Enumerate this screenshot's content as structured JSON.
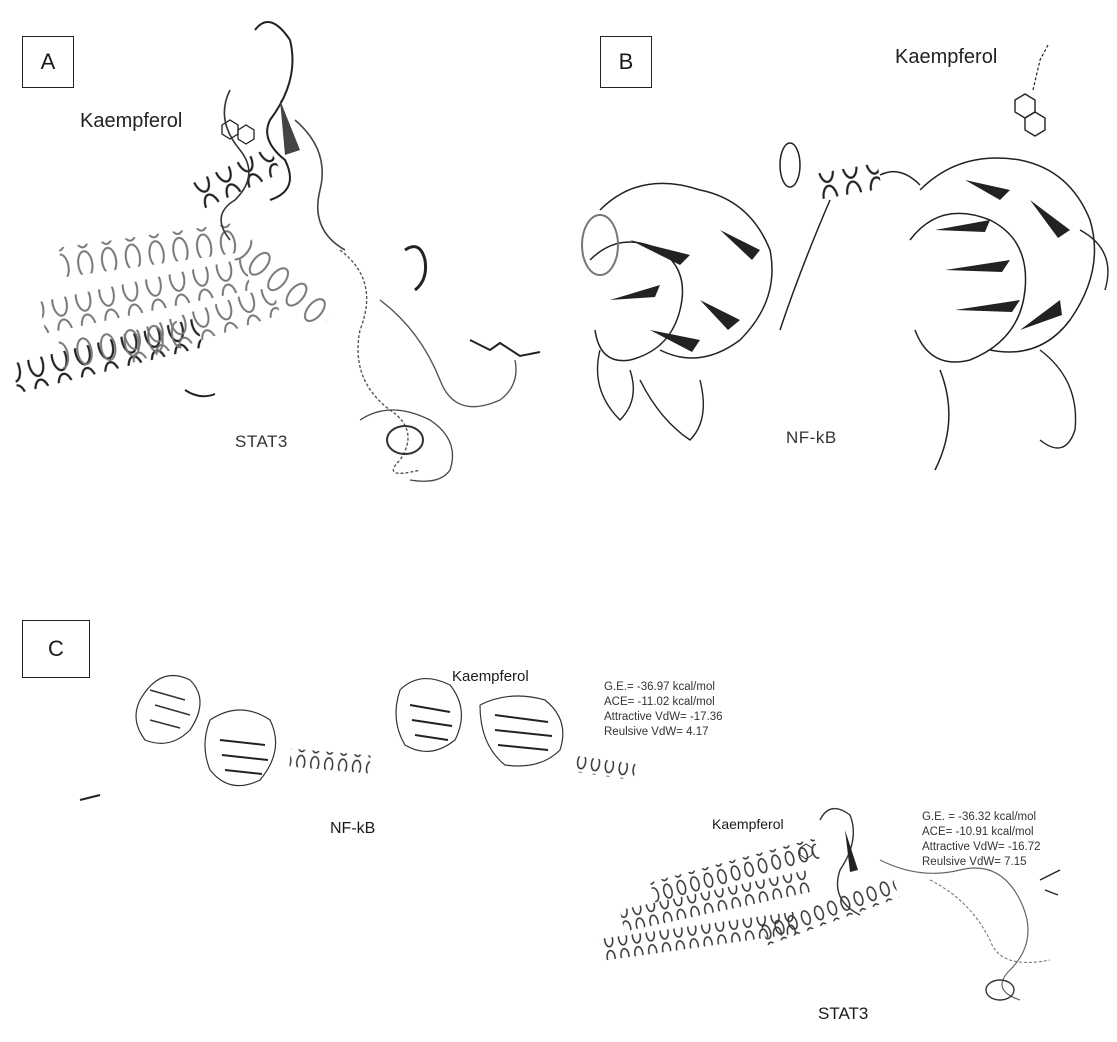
{
  "panels": {
    "a": {
      "label": "A",
      "ligand": "Kaempferol",
      "protein": "STAT3"
    },
    "b": {
      "label": "B",
      "ligand": "Kaempferol",
      "protein": "NF-kB"
    },
    "c": {
      "label": "C",
      "nfkb": {
        "ligand": "Kaempferol",
        "protein": "NF-kB",
        "stats": [
          "G.E.= -36.97 kcal/mol",
          "ACE= -11.02 kcal/mol",
          "Attractive VdW= -17.36",
          "Reulsive VdW= 4.17"
        ]
      },
      "stat3": {
        "ligand": "Kaempferol",
        "protein": "STAT3",
        "stats": [
          "G.E. = -36.32 kcal/mol",
          "ACE= -10.91 kcal/mol",
          "Attractive VdW= -16.72",
          "Reulsive VdW= 7.15"
        ]
      }
    }
  }
}
